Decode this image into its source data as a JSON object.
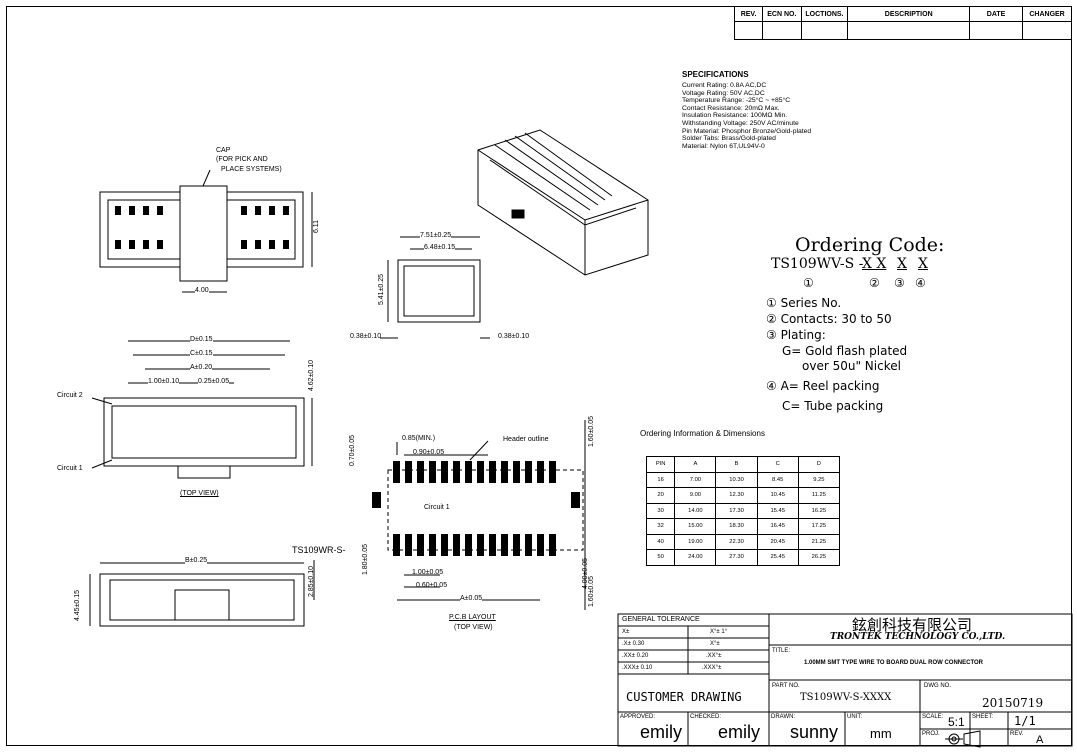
{
  "revision_block": {
    "headers": [
      "REV.",
      "ECN NO.",
      "LOCTIONS.",
      "DESCRIPTION",
      "DATE",
      "CHANGER"
    ]
  },
  "specifications": {
    "title": "SPECIFICATIONS",
    "lines": [
      "Current Rating: 0.8A AC,DC",
      "Voltage Rating: 50V AC,DC",
      "Temperature Range: -25°C ~ +85°C",
      "Contact Resistance: 20mΩ Max.",
      "Insulation Resistance: 100MΩ Min.",
      "Withstanding Voltage: 250V AC/minute",
      "Pin Material: Phosphor Bronze/Gold-plated",
      "Solder Tabs: Brass/Gold-plated",
      "Material: Nylon 6T,UL94V-0"
    ]
  },
  "ordering_code": {
    "title": "Ordering Code:",
    "code": "TS109WV-S -",
    "code_x1": "X X",
    "code_x2": "X",
    "code_x3": "X",
    "marker_1": "①",
    "marker_2": "②",
    "marker_3": "③",
    "marker_4": "④",
    "items": [
      "① Series No.",
      "② Contacts: 30 to 50",
      "③ Plating:",
      "G= Gold flash plated",
      "over 50u\" Nickel",
      "④ A= Reel packing",
      "C= Tube packing"
    ]
  },
  "ordering_info": {
    "title": "Ordering Information & Dimensions",
    "headers": [
      "PIN",
      "A",
      "B",
      "C",
      "D"
    ],
    "rows": [
      [
        "16",
        "7.00",
        "10.30",
        "8.45",
        "9.25"
      ],
      [
        "20",
        "9.00",
        "12.30",
        "10.45",
        "11.25"
      ],
      [
        "30",
        "14.00",
        "17.30",
        "15.45",
        "16.25"
      ],
      [
        "32",
        "15.00",
        "18.30",
        "16.45",
        "17.25"
      ],
      [
        "40",
        "19.00",
        "22.30",
        "20.45",
        "21.25"
      ],
      [
        "50",
        "24.00",
        "27.30",
        "25.45",
        "26.25"
      ]
    ]
  },
  "drawing_labels": {
    "cap": "CAP",
    "cap_note1": "(FOR PICK AND",
    "cap_note2": "PLACE SYSTEMS)",
    "dim_611": "6.11",
    "dim_400": "4.00",
    "dim_d": "D±0.15",
    "dim_c": "C±0.15",
    "dim_a": "A±0.20",
    "dim_pitch": "1.00±0.10",
    "dim_025": "0.25±0.05",
    "dim_462": "4.62±0.10",
    "circuit_2": "Circuit 2",
    "circuit_1": "Circuit 1",
    "top_view": "(TOP VIEW)",
    "dim_751": "7.51±0.25",
    "dim_648": "6.48±0.15",
    "dim_541": "5.41±0.25",
    "dim_038_left": "0.38±0.10",
    "dim_038_right": "0.38±0.10",
    "dim_085": "0.85(MIN.)",
    "dim_090": "0.90±0.05",
    "header_outline": "Header outline",
    "dim_070": "0.70±0.05",
    "dim_160": "1.60±0.05",
    "pcb_circuit_1": "Circuit 1",
    "dim_180": "1.80±0.05",
    "dim_100": "1.00±0.05",
    "dim_060": "0.60±0.05",
    "dim_a005": "A±0.05",
    "dim_400b": "4.00±0.05",
    "dim_160b": "1.60±0.05",
    "pcb_layout": "P.C.B LAYOUT",
    "pcb_top_view": "(TOP VIEW)",
    "dim_b": "B±0.25",
    "dim_285": "2.85±0.10",
    "dim_445": "4.45±0.15",
    "side_ref": "TS109WR-S-"
  },
  "title_block": {
    "tolerance_header": "GENERAL TOLERANCE",
    "tol_rows": [
      [
        "X±",
        "X°± 1°"
      ],
      [
        ".X± 0.30",
        "X°±"
      ],
      [
        ".XX± 0.20",
        ".XX°±"
      ],
      [
        ".XXX± 0.10",
        ".XXX°±"
      ]
    ],
    "company_cn": "鉉創科技有限公司",
    "company_en": "TRONTEK TECHNOLOGY CO.,LTD.",
    "title_label": "TITLE:",
    "title_value": "1.00MM SMT TYPE WIRE TO BOARD DUAL ROW CONNECTOR",
    "customer_drawing": "CUSTOMER DRAWING",
    "part_label": "PART NO.",
    "part_no": "TS109WV-S-XXXX",
    "dwg_label": "DWG NO.",
    "dwg_no": "20150719",
    "approved_label": "APPROVED:",
    "approved": "emily",
    "checked_label": "CHECKED:",
    "checked": "emily",
    "drawn_label": "DRAWN:",
    "drawn": "sunny",
    "unit_label": "UNIT:",
    "unit": "mm",
    "scale_label": "SCALE:",
    "scale": "5:1",
    "sheet_label": "SHEET:",
    "sheet": "1/1",
    "proj_label": "PROJ.",
    "rev_label": "REV.",
    "rev": "A"
  }
}
